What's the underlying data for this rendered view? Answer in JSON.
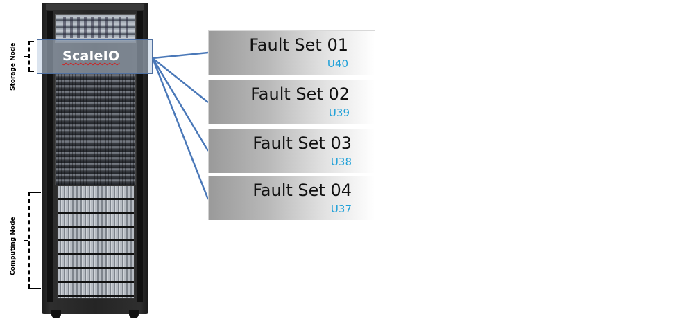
{
  "rack": {
    "highlight_label": "ScaleIO",
    "storage_label": "Storage Node",
    "computing_label": "Computing Node"
  },
  "fault_sets": [
    {
      "name": "Fault Set 01",
      "unit": "U40"
    },
    {
      "name": "Fault Set 02",
      "unit": "U39"
    },
    {
      "name": "Fault Set 03",
      "unit": "U38"
    },
    {
      "name": "Fault Set 04",
      "unit": "U37"
    }
  ],
  "colors": {
    "connector": "#4a78b8",
    "unit_text": "#1ea0d8"
  }
}
